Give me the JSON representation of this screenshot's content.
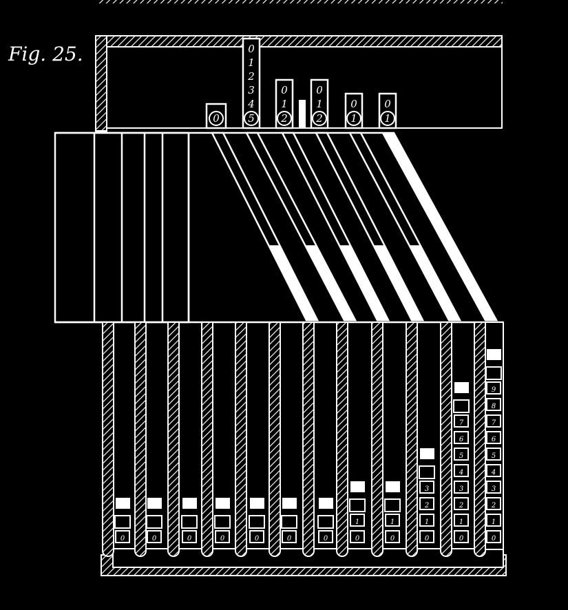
{
  "figure": {
    "label": "Fig. 25."
  },
  "top_sliders": [
    {
      "name": "slider-1",
      "digits": [],
      "base_digit": "0"
    },
    {
      "name": "slider-2",
      "digits": [
        "0",
        "1",
        "2",
        "3",
        "4"
      ],
      "base_digit": "5"
    },
    {
      "name": "slider-3",
      "digits": [
        "0",
        "1"
      ],
      "base_digit": "2"
    },
    {
      "name": "slider-4",
      "digits": [
        "0",
        "1"
      ],
      "base_digit": "2"
    },
    {
      "name": "slider-5",
      "digits": [
        "0"
      ],
      "base_digit": "1"
    },
    {
      "name": "slider-6",
      "digits": [
        "0"
      ],
      "base_digit": "1"
    }
  ],
  "columns": [
    {
      "digits": [
        "0"
      ]
    },
    {
      "digits": [
        "0"
      ]
    },
    {
      "digits": [
        "0"
      ]
    },
    {
      "digits": [
        "0"
      ]
    },
    {
      "digits": [
        "0"
      ]
    },
    {
      "digits": [
        "0"
      ]
    },
    {
      "digits": [
        "0"
      ]
    },
    {
      "digits": [
        "0",
        "1"
      ]
    },
    {
      "digits": [
        "0",
        "1"
      ]
    },
    {
      "digits": [
        "0",
        "1",
        "2",
        "3"
      ]
    },
    {
      "digits": [
        "0",
        "1",
        "2",
        "3",
        "4",
        "5",
        "6",
        "7"
      ]
    },
    {
      "digits": [
        "0",
        "1",
        "2",
        "3",
        "4",
        "5",
        "6",
        "7",
        "8",
        "9"
      ]
    }
  ],
  "colors": {
    "background": "#000000",
    "ink": "#ffffff"
  }
}
